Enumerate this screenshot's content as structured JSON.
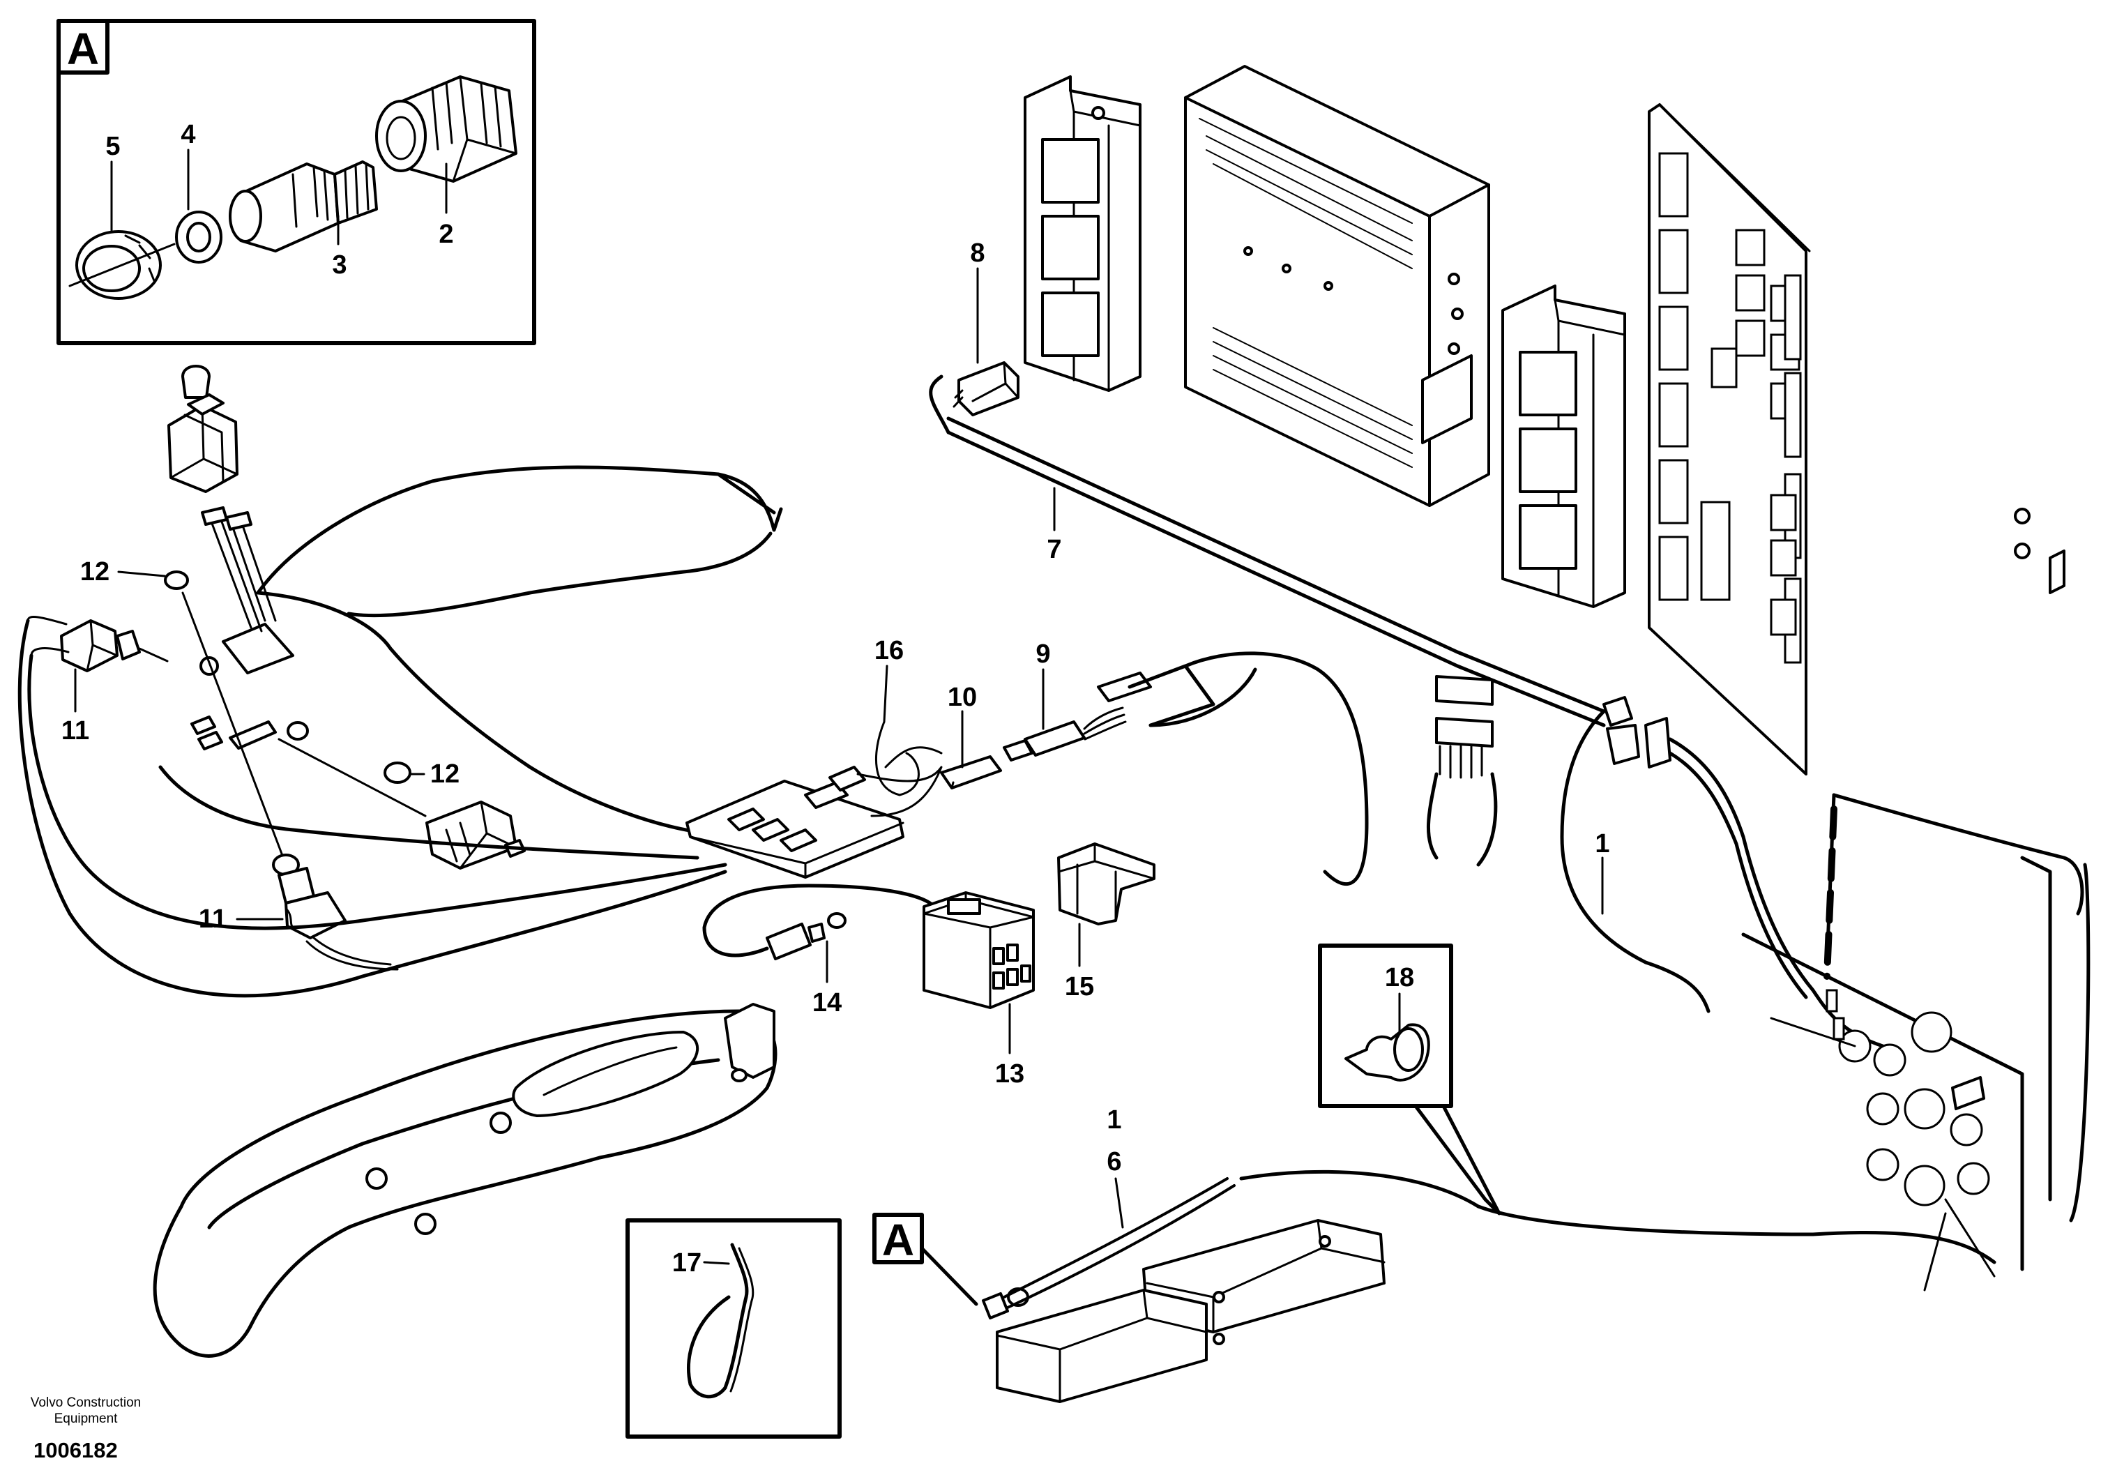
{
  "callouts": {
    "c1": "1",
    "c1b": "1",
    "c2": "2",
    "c3": "3",
    "c4": "4",
    "c5": "5",
    "c6": "6",
    "c7": "7",
    "c8": "8",
    "c9": "9",
    "c10": "10",
    "c11": "11",
    "c11b": "11",
    "c12": "12",
    "c12b": "12",
    "c13": "13",
    "c14": "14",
    "c15": "15",
    "c16": "16",
    "c17": "17",
    "c18": "18"
  },
  "detail_tags": {
    "top": "A",
    "bottom": "A"
  },
  "footer": {
    "credit_line1": "Volvo Construction",
    "credit_line2": "Equipment",
    "document_number": "1006182"
  }
}
